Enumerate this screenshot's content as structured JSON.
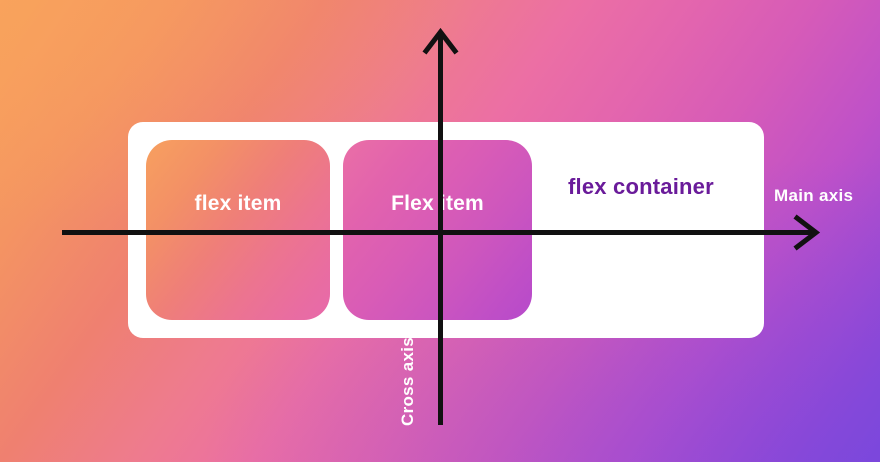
{
  "diagram": {
    "title": "flexbox main axis and cross axis diagram",
    "background": {
      "gradient_from": "#f9a35c",
      "gradient_mid": "#e365ae",
      "gradient_to": "#7b47dc"
    },
    "container": {
      "label": "flex container",
      "label_color": "#6a1b9a",
      "background": "#ffffff"
    },
    "items": [
      {
        "label": "flex item",
        "gradient_from": "#f7a05f",
        "gradient_to": "#e769ab"
      },
      {
        "label": "Flex item",
        "gradient_from": "#ea6fa6",
        "gradient_to": "#b64acb"
      }
    ],
    "axes": {
      "main": {
        "label": "Main axis",
        "label_color": "#ffffff",
        "direction": "horizontal-right",
        "line_color": "#111111"
      },
      "cross": {
        "label": "Cross axis",
        "label_color": "#ffffff",
        "direction": "vertical-up",
        "line_color": "#111111"
      }
    }
  }
}
